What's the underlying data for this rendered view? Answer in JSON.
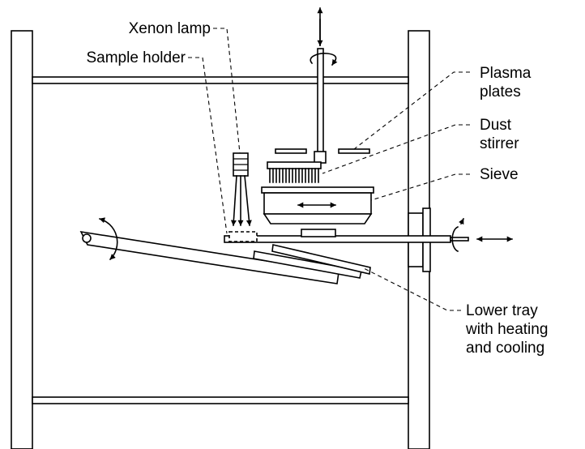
{
  "labels": {
    "xenon_lamp": "Xenon lamp",
    "sample_holder": "Sample holder",
    "plasma_plates_line1": "Plasma",
    "plasma_plates_line2": "plates",
    "dust_stirrer_line1": "Dust",
    "dust_stirrer_line2": "stirrer",
    "sieve": "Sieve",
    "lower_tray_line1": "Lower tray",
    "lower_tray_line2": "with heating",
    "lower_tray_line3": "and cooling"
  },
  "icons": [
    "double-arrow-icon",
    "rotation-arrow-icon",
    "brush-icon",
    "lamp-icon"
  ],
  "colors": {
    "ink": "#000000",
    "background": "#ffffff"
  }
}
